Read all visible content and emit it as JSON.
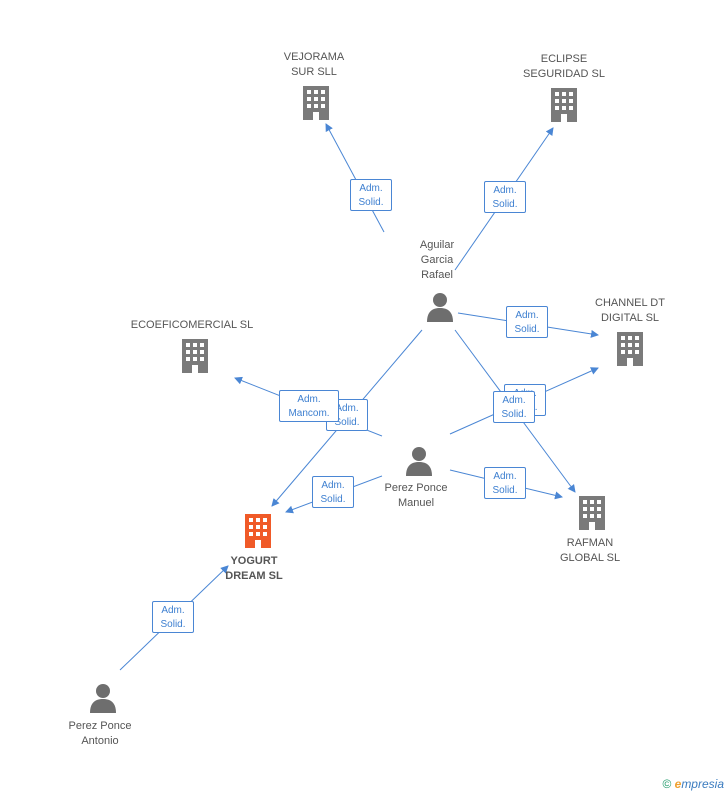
{
  "companies": {
    "vejorama": "VEJORAMA\nSUR SLL",
    "eclipse": "ECLIPSE\nSEGURIDAD SL",
    "channel": "CHANNEL DT\nDIGITAL SL",
    "ecoeficomercial": "ECOEFICOMERCIAL SL",
    "yogurt": "YOGURT\nDREAM SL",
    "rafman": "RAFMAN\nGLOBAL SL"
  },
  "persons": {
    "aguilar": "Aguilar\nGarcia\nRafael",
    "manuel": "Perez Ponce\nManuel",
    "antonio": "Perez Ponce\nAntonio"
  },
  "relations": {
    "adm_solid": "Adm.\nSolid.",
    "adm_mancom": "Adm.\nMancom."
  },
  "colors": {
    "edge": "#4a86d4",
    "company_icon": "#7a7a7a",
    "focus_company_icon": "#f05a28",
    "person_icon": "#6e6e6e"
  },
  "brand": {
    "copyright": "©",
    "e": "e",
    "name": "mpresia"
  }
}
